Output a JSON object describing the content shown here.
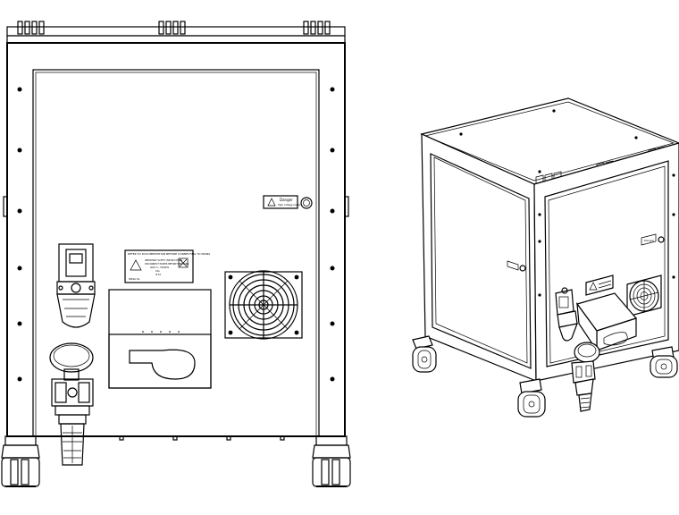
{
  "drawing": {
    "front_view": {
      "danger_label": "Danger",
      "danger_subtext": "High voltage inside",
      "notice_label": {
        "title": "REFER TO DOCUMENTATION BEFORE CONNECTING TO MAINS",
        "lines": [
          "IMPORTANT SAFETY INSTRUCTIONS",
          "DISCONNECT POWER BEFORE SERVICING",
          "400V 3~ 50/60Hz",
          "16A",
          "IP 54",
          "SERIAL No."
        ]
      }
    },
    "iso_view": {
      "danger_label": "Danger"
    }
  }
}
